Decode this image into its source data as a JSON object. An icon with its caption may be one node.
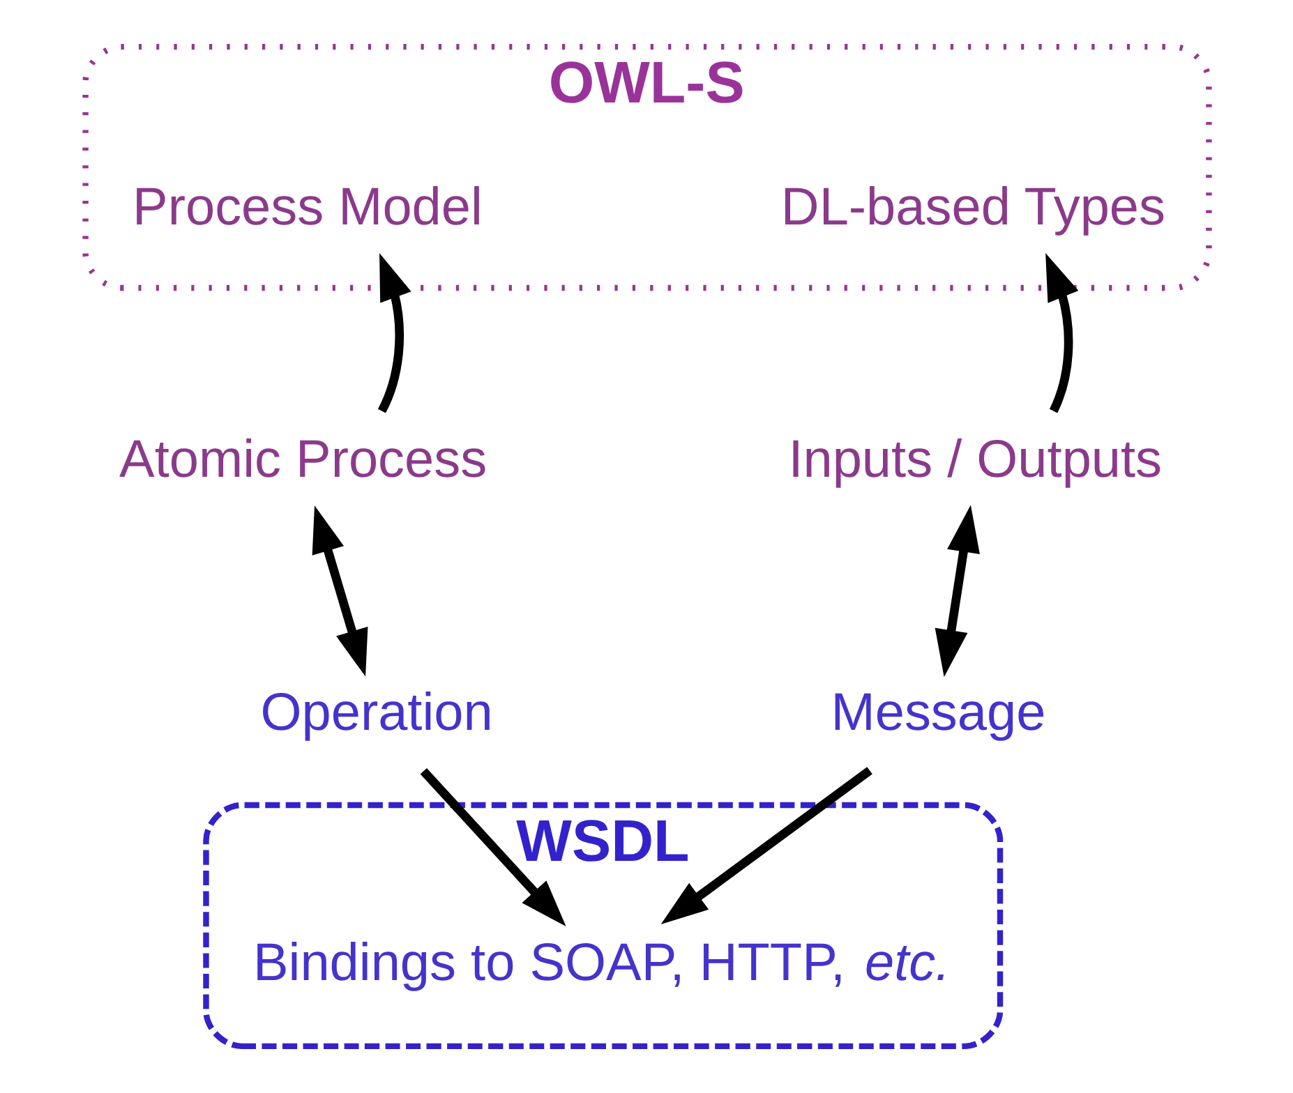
{
  "diagram": {
    "nodes": [
      {
        "text": [
          "OWL-S"
        ]
      },
      {
        "text": [
          "Process Model"
        ],
        "in": 0
      },
      {
        "text": [
          "DL-based Types"
        ],
        "in": 0
      },
      {
        "text": [
          "WSDL"
        ]
      },
      {
        "text": [
          "Atomic Process"
        ]
      },
      {
        "text": [
          "Inputs / Outputs"
        ]
      },
      {
        "text": [
          "Operation"
        ]
      },
      {
        "text": [
          "Message"
        ]
      },
      {
        "text": [
          "Bindings to SOAP, HTTP, *etc.*"
        ],
        "in": 3
      }
    ],
    "edges": [
      {
        "from": 4,
        "to": 1,
        "arrow": "to"
      },
      {
        "from": 5,
        "to": 2,
        "arrow": "to"
      },
      {
        "from": 4,
        "to": 6,
        "arrow": "both"
      },
      {
        "from": 5,
        "to": 7,
        "arrow": "both"
      },
      {
        "from": 6,
        "to": 8,
        "arrow": "to"
      },
      {
        "from": 7,
        "to": 8,
        "arrow": "to"
      }
    ]
  }
}
